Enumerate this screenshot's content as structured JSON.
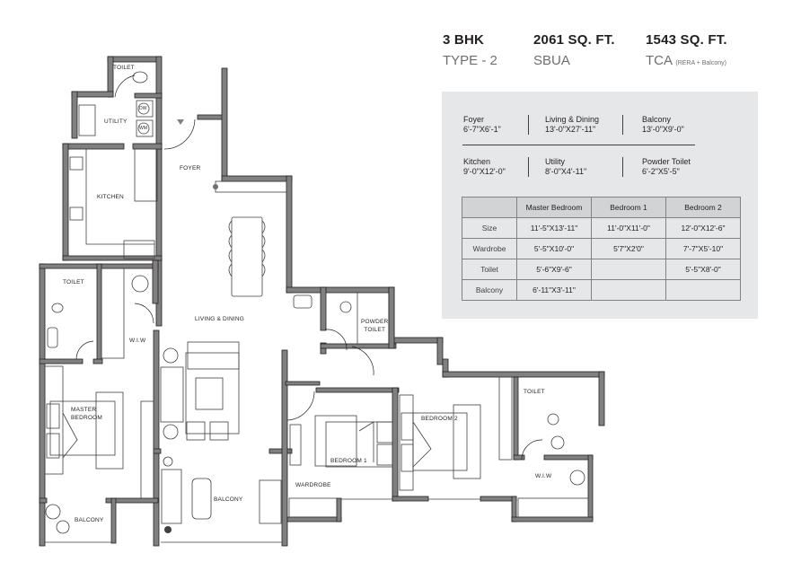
{
  "header": {
    "config": "3 BHK",
    "type": "TYPE - 2",
    "sbua_value": "2061 SQ. FT.",
    "sbua_label": "SBUA",
    "tca_value": "1543 SQ. FT.",
    "tca_label": "TCA",
    "tca_note": "(RERA + Balcony)"
  },
  "specs": [
    {
      "name": "Foyer",
      "size": "6'-7\"X6'-1\""
    },
    {
      "name": "Living & Dining",
      "size": "13'-0\"X27'-11\""
    },
    {
      "name": "Balcony",
      "size": "13'-0\"X9'-0\""
    },
    {
      "name": "Kitchen",
      "size": "9'-0\"X12'-0\""
    },
    {
      "name": "Utility",
      "size": "8'-0\"X4'-11\""
    },
    {
      "name": "Powder Toilet",
      "size": "6'-2\"X5'-5\""
    }
  ],
  "room_table": {
    "columns": [
      "",
      "Master Bedroom",
      "Bedroom 1",
      "Bedroom 2"
    ],
    "rows": [
      {
        "label": "Size",
        "values": [
          "11'-5\"X13'-11\"",
          "11'-0\"X11'-0\"",
          "12'-0\"X12'-6\""
        ]
      },
      {
        "label": "Wardrobe",
        "values": [
          "5'-5\"X10'-0\"",
          "5'7\"X2'0\"",
          "7'-7\"X5'-10\""
        ]
      },
      {
        "label": "Toilet",
        "values": [
          "5'-6\"X9'-6\"",
          "",
          "5'-5\"X8'-0\""
        ]
      },
      {
        "label": "Balcony",
        "values": [
          "6'-11\"X3'-11\"",
          "",
          ""
        ]
      }
    ]
  },
  "plan_labels": {
    "toilet_top": "TOILET",
    "utility": "UTILITY",
    "dw": "DW",
    "wm": "WM",
    "foyer": "FOYER",
    "kitchen": "KITCHEN",
    "toilet_master": "TOILET",
    "wiw_master": "W.I.W",
    "living_dining": "LIVING & DINING",
    "master_bedroom_1": "MASTER",
    "master_bedroom_2": "BEDROOM",
    "balcony_master": "BALCONY",
    "balcony_living": "BALCONY",
    "powder_toilet_1": "POWDER",
    "powder_toilet_2": "TOILET",
    "bedroom1": "BEDROOM 1",
    "wardrobe": "WARDROBE",
    "bedroom2": "BEDROOM 2",
    "toilet_b2": "TOILET",
    "wiw_b2": "W.I.W"
  },
  "colors": {
    "wall": "#808080",
    "wall_outline": "#231f20",
    "panel_bg": "#e6e7e8",
    "table_head": "#d1d3d4"
  }
}
